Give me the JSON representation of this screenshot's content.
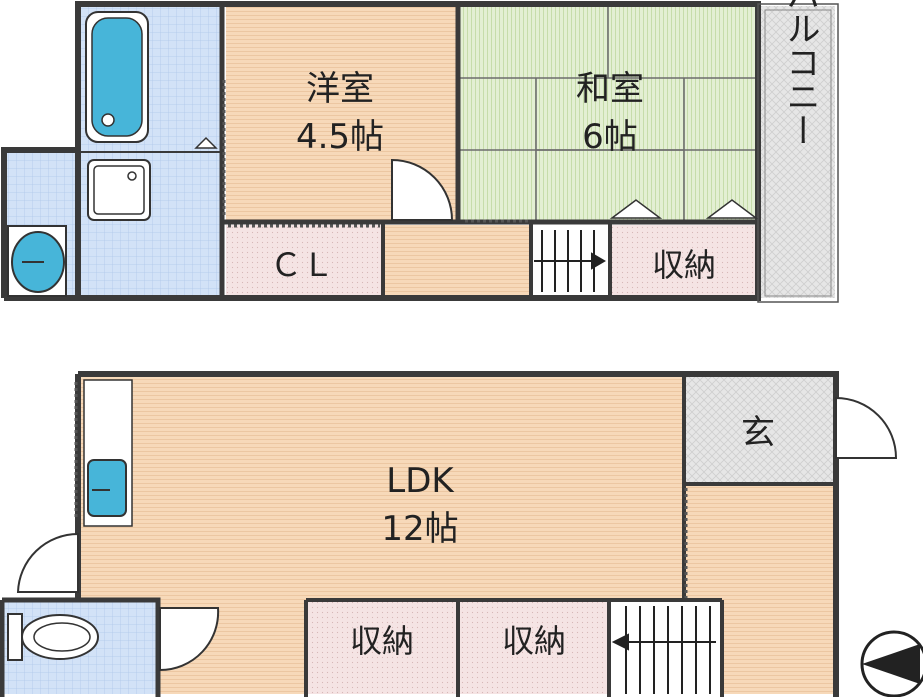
{
  "rooms": {
    "western": {
      "name": "洋室",
      "size": "4.5帖"
    },
    "japanese": {
      "name": "和室",
      "size": "6帖"
    },
    "balcony": {
      "name": "バルコニー"
    },
    "closet": {
      "name": "ＣＬ"
    },
    "storage_upper": {
      "name": "収納"
    },
    "ldk": {
      "name": "LDK",
      "size": "12帖"
    },
    "entrance": {
      "name": "玄"
    },
    "storage_lower_1": {
      "name": "収納"
    },
    "storage_lower_2": {
      "name": "収納"
    }
  },
  "colors": {
    "wall": "#3a3a3a",
    "western_floor": "#f7d9b9",
    "ldk_floor": "#f7d9b9",
    "hall_floor": "#f7d9b9",
    "tatami": "#e0efcf",
    "wet_area": "#cfe0f6",
    "closet_floor": "#f3e1e1",
    "balcony_floor": "#e4e4e4",
    "fixture": "#47b5d9"
  },
  "icons": [
    "bathtub-icon",
    "washing-machine-icon",
    "washbasin-icon",
    "kitchen-sink-icon",
    "toilet-icon",
    "stairs-icon",
    "compass-icon"
  ]
}
